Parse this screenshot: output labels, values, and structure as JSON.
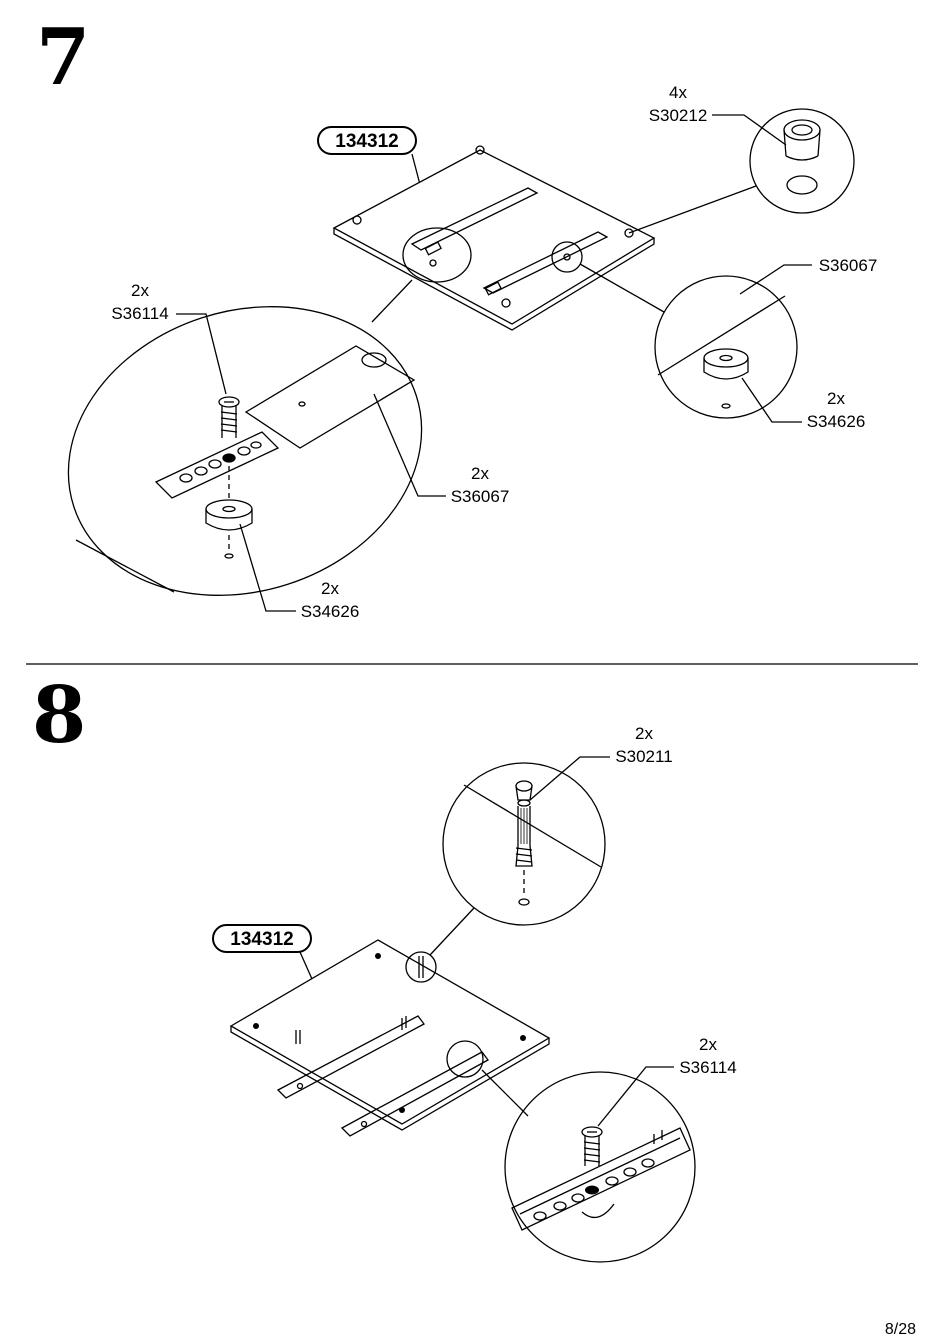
{
  "page": {
    "number": "8/28"
  },
  "steps": [
    {
      "number": "7",
      "part_id": "134312",
      "labels": [
        {
          "qty": "4x",
          "code": "S30212"
        },
        {
          "qty": "",
          "code": "S36067"
        },
        {
          "qty": "2x",
          "code": "S34626"
        },
        {
          "qty": "2x",
          "code": "S36114"
        },
        {
          "qty": "2x",
          "code": "S36067"
        },
        {
          "qty": "2x",
          "code": "S34626"
        }
      ]
    },
    {
      "number": "8",
      "part_id": "134312",
      "labels": [
        {
          "qty": "2x",
          "code": "S30211"
        },
        {
          "qty": "2x",
          "code": "S36114"
        }
      ]
    }
  ]
}
